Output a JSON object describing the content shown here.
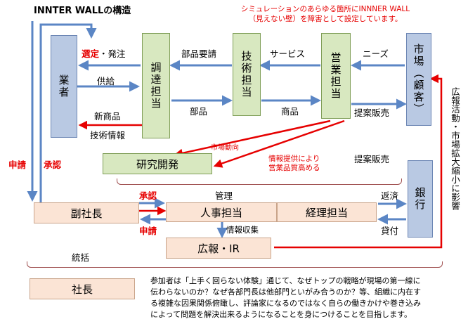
{
  "title": "INNTER WALLの構造",
  "note": {
    "line1": "シミュレーションのあらゆる箇所にINNNER WALL",
    "line2": "（見えない壁）を障害として設定しています。"
  },
  "nodes": {
    "gyosha": "業者",
    "chotatsu": "調達担当",
    "gijutsu": "技術担当",
    "eigyo": "営業担当",
    "shijo": "市場（顧客）",
    "kenkyu": "研究開発",
    "fukushacho": "副社長",
    "jinji": "人事担当",
    "keiri": "経理担当",
    "ginko": "銀行",
    "koho": "広報・IR",
    "shacho": "社長"
  },
  "labels": {
    "sentei": "選定",
    "hatchu": "・発注",
    "kyokyu": "供給",
    "shinshohin": "新商品",
    "gijutsujoho": "技術情報",
    "buhin_yosei": "部品要請",
    "buhin": "部品",
    "service": "サービス",
    "shohin": "商品",
    "needs": "ニーズ",
    "teian1": "提案販売",
    "teian2": "提案販売",
    "shijodoko": "市場動向",
    "johoteikyo1": "情報提供により",
    "johoteikyo2": "営業品質高める",
    "shinsei_left": "申請",
    "shonin_left": "承認",
    "shonin_mid": "承認",
    "shinsei_mid": "申請",
    "kanri": "管理",
    "hensai": "返済",
    "kashitsuke": "貸付",
    "johoshushu": "情報収集",
    "tokatsu": "統括",
    "kohokatsudo": "広報活動・市場拡大縮小に影響"
  },
  "description": {
    "line1": "参加者は「上手く回らない体験」通じて、なぜトップの戦略が現場の第一線に",
    "line2": "伝わらないのか？なぜ各部門長は他部門といがみ合うのか？等、組織に内在す",
    "line3": "る複雑な因果関係俯瞰し、評論家になるのではなく自らの働きかけや巻き込み",
    "line4": "によって問題を解決出来るようになることを身につけることを目指します。"
  },
  "colors": {
    "blue_arrow": "#5b86c5",
    "red_arrow": "#e60000",
    "green_box": "#d8e8c0",
    "blue_box": "#b9c9e3",
    "peach_box": "#fbe4d5"
  }
}
